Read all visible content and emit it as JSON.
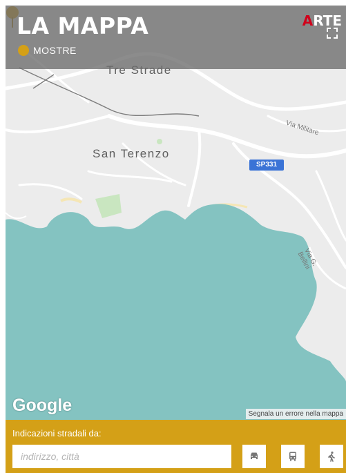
{
  "header": {
    "title": "LA MAPPA",
    "legend_label": "MOSTRE",
    "legend_color": "#d4a017",
    "brand_prefix": "A",
    "brand_rest": "RTE",
    "brand_color": "#d0021b"
  },
  "map": {
    "places": {
      "tre_strade": "Tre Strade",
      "san_terenzo": "San Terenzo",
      "via_militare": "Via Militare",
      "via_bellini": "Via G. Bellini"
    },
    "road_badge": "SP331",
    "water_color": "#84c3c1",
    "land_color": "#ececec",
    "attribution": "Google",
    "report_link": "Segnala un errore nella mappa"
  },
  "directions": {
    "label": "Indicazioni stradali da:",
    "placeholder": "indirizzo, città",
    "value": "",
    "modes": [
      "car-icon",
      "bus-icon",
      "walk-icon"
    ]
  },
  "panel_color": "#d4a017"
}
